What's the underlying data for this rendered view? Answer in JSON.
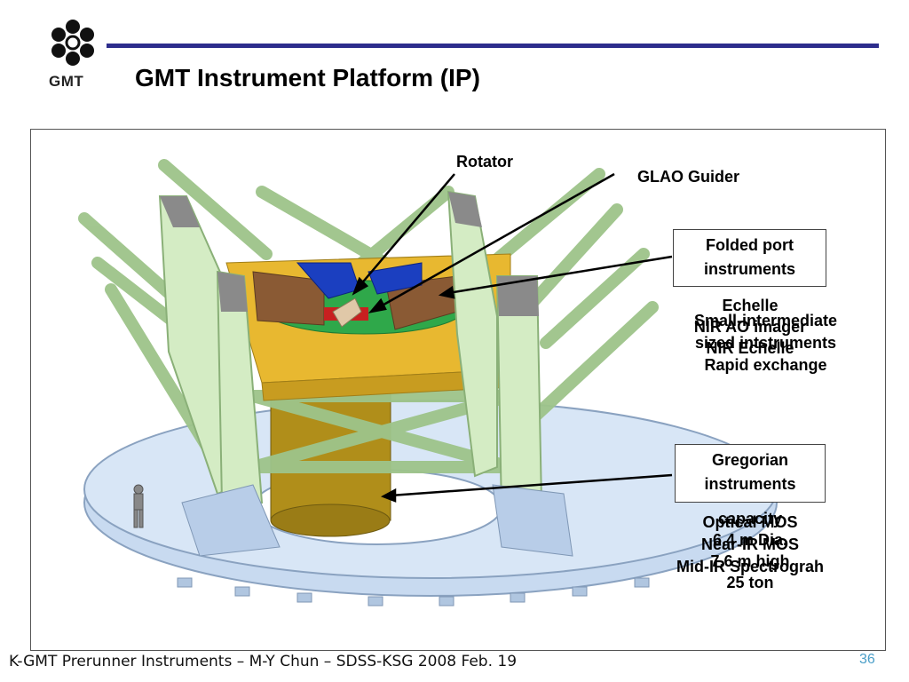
{
  "slide": {
    "title": "GMT Instrument Platform (IP)",
    "logo_text": "GMT",
    "footer": "K-GMT Prerunner Instruments –  M-Y Chun – SDSS-KSG 2008 Feb. 19",
    "page_number": "36"
  },
  "figure": {
    "labels": {
      "rotator": "Rotator",
      "glao_guider": "GLAO Guider"
    },
    "folded_port": {
      "box_line1": "Folded port",
      "box_line2": "instruments",
      "list_a": [
        "Echelle",
        "NIR AO imager",
        "NIR Echelle"
      ],
      "list_b": [
        "Small-intermediate",
        "sized intstruments",
        "Rapid exchange"
      ]
    },
    "gregorian": {
      "box_line1": "Gregorian",
      "box_line2": "instruments",
      "list_a": [
        "Optical MOS",
        "Near-IR MOS",
        "Mid-IR Spectrograh"
      ],
      "list_b": [
        "capacity",
        "6.4 m Dia.",
        "7.6 m high",
        "25 ton"
      ]
    }
  },
  "colors": {
    "title_rule": "#2d2d8c",
    "page_number": "#4a9ec8",
    "truss": "#c8e6b4",
    "platform_deck": "#e8b830",
    "base_ring": "#c8daf0",
    "cylinder": "#b08e1a"
  }
}
